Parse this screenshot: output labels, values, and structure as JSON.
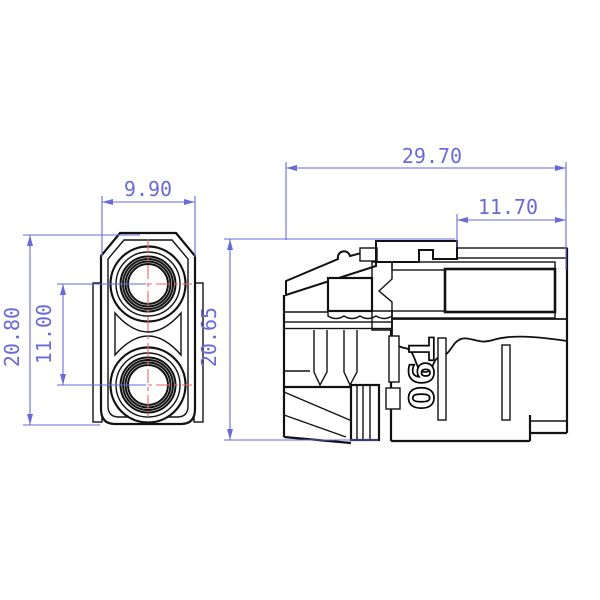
{
  "drawing": {
    "part_label": "T90",
    "dimensions": {
      "front_width": "9.90",
      "front_height": "20.80",
      "pin_spacing": "11.00",
      "side_overall_length": "29.70",
      "side_height": "20.65",
      "rear_section_length": "11.70"
    },
    "colors": {
      "dimension_blue": "#6a6ad8",
      "centerline_red": "#f06565",
      "hatch_magenta": "#e356e3",
      "outline_black": "#121212"
    }
  }
}
